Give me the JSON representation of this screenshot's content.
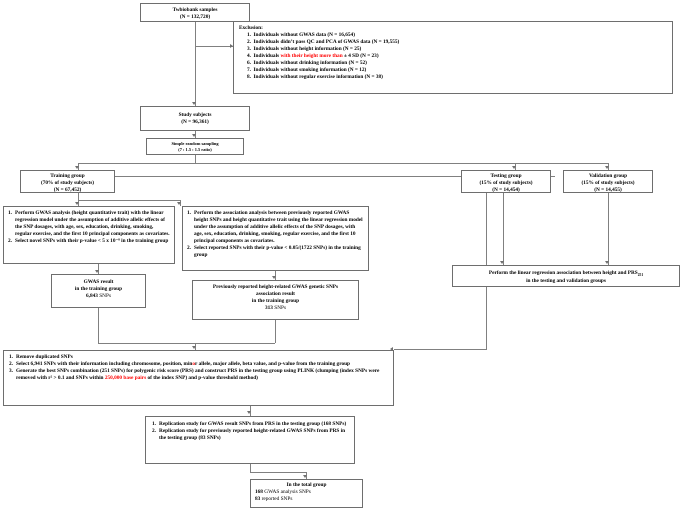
{
  "figure": {
    "type": "flowchart",
    "title": "Study design flowchart of GWAS and polygenic risk score analysis"
  },
  "nodes": {
    "source": {
      "line1": "Twbiobank samples",
      "line2": "(N = 132,720)"
    },
    "exclusion": {
      "header": "Exclusion:",
      "items": [
        {
          "num": "1.",
          "pre": "Individuals without GWAS data (N = 16,654)",
          "red": "",
          "post": ""
        },
        {
          "num": "2.",
          "pre": "Individuals didn’t pass QC and PCA of GWAS data (N = 19,555)",
          "red": "",
          "post": ""
        },
        {
          "num": "3.",
          "pre": "Individuals without height information (N = 25)",
          "red": "",
          "post": ""
        },
        {
          "num": "4.",
          "pre": "Individuals ",
          "red": "with their height more than",
          "post": " ± 4 SD (N = 23)"
        },
        {
          "num": "6.",
          "pre": "Individuals without drinking information (N = 52)",
          "red": "",
          "post": ""
        },
        {
          "num": "7.",
          "pre": "Individuals without smoking information (N = 12)",
          "red": "",
          "post": ""
        },
        {
          "num": "8.",
          "pre": "Individuals without regular exercise information (N = 38)",
          "red": "",
          "post": ""
        }
      ]
    },
    "study_subjects": {
      "line1": "Study subjects",
      "line2": "(N = 96,361)"
    },
    "sampling": {
      "line1": "Simple random sampling",
      "line2": "(7 : 1.5 : 1.5 ratio)"
    },
    "training_group": {
      "line1": "Training group",
      "line2": "(70% of study subjects)",
      "line3": "(N = 67,452)"
    },
    "testing_group": {
      "line1": "Testing group",
      "line2": "(15% of study subjects)",
      "line3": "(N = 14,454)"
    },
    "validation_group": {
      "line1": "Validation group",
      "line2": "(15% of study subjects)",
      "line3": "(N = 14,455)"
    },
    "gwas_analysis": {
      "items": [
        {
          "num": "1.",
          "text": "Perform GWAS analysis (height quantitative trait) with the linear regression model under the assumption of additive allelic effects of the SNP dosages, with age, sex, education, drinking, smoking, regular exercise, and the first 10 principal components as covariates."
        },
        {
          "num": "2.",
          "text": "Select novel SNPs with their p-value < 5 x 10⁻⁸ in the training group"
        }
      ]
    },
    "assoc_analysis": {
      "items": [
        {
          "num": "1.",
          "text": "Perform the association analysis between previously reported GWAS height SNPs and height quantitative trait using the linear regression model under the assumption of additive allelic effects of the SNP dosages, with age, sex, education, drinking, smoking, regular exercise, and the first 10 principal components as covariates."
        },
        {
          "num": "2.",
          "text": "Select reported SNPs with their p-value < 0.05/(1722 SNPs) in the training group"
        }
      ]
    },
    "right_regression": {
      "line1_pre": "Perform the linear regression association between height and PRS",
      "line1_sub": "251",
      "line2": "in the testing and validation groups"
    },
    "gwas_result": {
      "line1": "GWAS result",
      "line2": "in the training group",
      "count": "6,843",
      "unit": "SNPs"
    },
    "reported_result": {
      "line1": "Previously reported height-related GWAS genetic SNPs",
      "line2": "association result",
      "line3": "in the training group",
      "count": "313",
      "unit": "SNPs"
    },
    "snp_processing": {
      "items": [
        {
          "num": "1.",
          "text": "Remove duplicated SNPs"
        },
        {
          "num": "2.",
          "pre": "Select 6,941 SNPs with their information including chromosome, position, min",
          "red": "o",
          "post": "r allele, major allele, beta value, and p-value from the training group"
        },
        {
          "num": "3.",
          "pre": "Generate the best SNPs combination (251 SNPs) for polygenic risk score (PRS) and construct PRS in the testing group using PLINK (clumping (index SNPs were removed with r² > 0.1 and SNPs within ",
          "red": "250,000 base pairs",
          "post": " of the index SNP) and p-value threshold method)"
        }
      ]
    },
    "replication": {
      "items": [
        {
          "num": "1.",
          "text": "Replication study for GWAS result SNPs from PRS in the testing group (168 SNPs)"
        },
        {
          "num": "2.",
          "text": "Replication study for previously reported height-related GWAS SNPs from PRS in the testing group (83 SNPs)"
        }
      ]
    },
    "total_group": {
      "title": "In the total group",
      "row1_count": "168",
      "row1_label": "GWAS analysis SNPs",
      "row2_count": "83",
      "row2_label": "reported SNPs"
    }
  },
  "colors": {
    "border": "#6e6e6e",
    "connector": "#808080",
    "highlight": "#ff0000",
    "text": "#000000",
    "background": "#ffffff"
  }
}
